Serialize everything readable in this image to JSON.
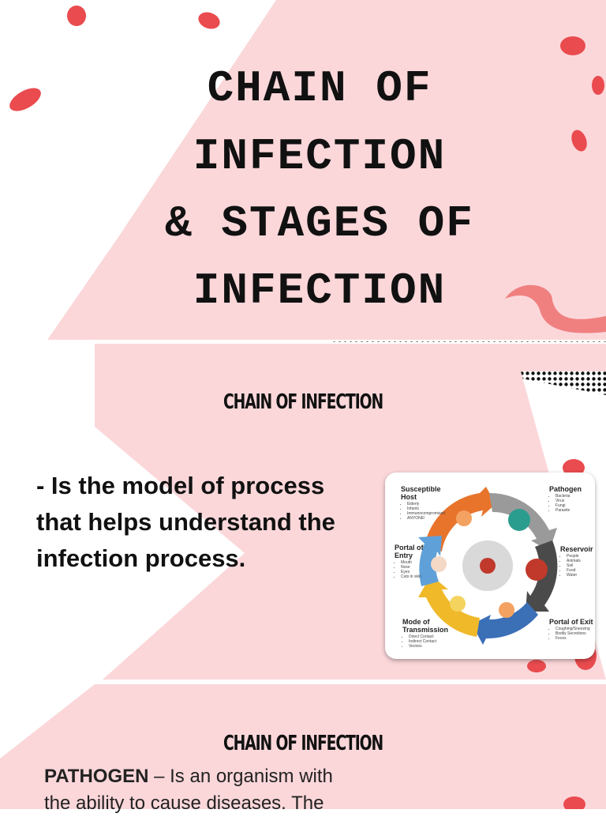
{
  "title": {
    "line1": "CHAIN OF",
    "line2": "INFECTION",
    "line3": "& STAGES OF",
    "line4": "INFECTION"
  },
  "section1": {
    "heading": "CHAIN OF INFECTION",
    "definition_line1": "- Is the model of process",
    "definition_line2": "that helps understand the",
    "definition_line3": "infection process."
  },
  "diagram": {
    "stages": [
      {
        "name": "Susceptible Host",
        "items": [
          "Elderly",
          "Infants",
          "Immunocompromised",
          "ANYONE!"
        ]
      },
      {
        "name": "Pathogen",
        "items": [
          "Bacteria",
          "Virus",
          "Fungi",
          "Parasite"
        ]
      },
      {
        "name": "Reservoir",
        "items": [
          "People",
          "Animals",
          "Soil",
          "Food",
          "Water"
        ]
      },
      {
        "name": "Portal of Exit",
        "items": [
          "Coughing/Sneezing",
          "Bodily Secretions",
          "Feces"
        ]
      },
      {
        "name": "Mode of Transmission",
        "items": [
          "Direct Contact",
          "Indirect Contact",
          "Vectors"
        ]
      },
      {
        "name": "Portal of Entry",
        "items": [
          "Mouth",
          "Nose",
          "Eyes",
          "Cuts in skin"
        ]
      }
    ],
    "colors": {
      "susceptible_host": "#e8742c",
      "pathogen": "#9a9a9a",
      "reservoir": "#4a4a4a",
      "portal_of_exit": "#3b6fb6",
      "mode_of_transmission": "#f0b92a",
      "portal_of_entry": "#5fa0d8"
    }
  },
  "section2": {
    "heading": "CHAIN OF INFECTION",
    "term": "PATHOGEN",
    "text_line1": " – Is an organism with",
    "text_line2": "the ability to cause diseases. The"
  },
  "colors": {
    "background": "#ffffff",
    "pink": "#fbd7da",
    "red_cell": "#e94b4f",
    "dots": "#111111"
  }
}
